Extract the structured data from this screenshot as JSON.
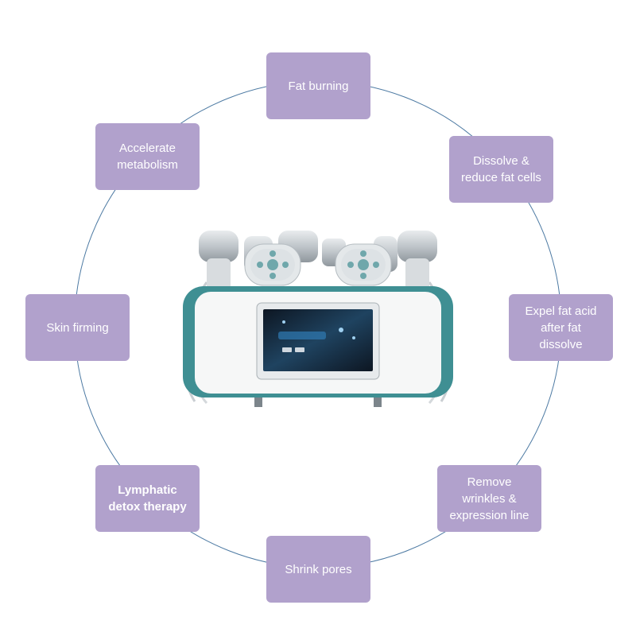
{
  "benefits": [
    {
      "label": "Fat burning",
      "bold": false
    },
    {
      "label": "Dissolve &\nreduce fat cells",
      "bold": false
    },
    {
      "label": "Expel fat acid\nafter fat\ndissolve",
      "bold": false
    },
    {
      "label": "Remove\nwrinkles &\nexpression line",
      "bold": false
    },
    {
      "label": "Shrink pores",
      "bold": false
    },
    {
      "label": "Lymphatic\ndetox therapy",
      "bold": true
    },
    {
      "label": "Skin firming",
      "bold": false
    },
    {
      "label": "Accelerate\nmetabolism",
      "bold": false
    }
  ],
  "colors": {
    "box_fill": "#b1a1cc",
    "box_text": "#ffffff",
    "ring_line": "#4d7aa3",
    "device_teal": "#3f8f93",
    "device_body": "#f6f7f7",
    "screen_dark": "#1b2a3a"
  }
}
